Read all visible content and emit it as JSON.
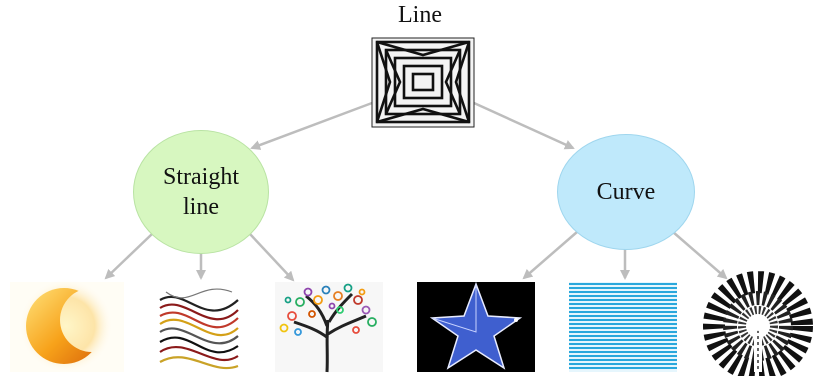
{
  "diagram": {
    "root": {
      "label": "Line"
    },
    "branches": [
      {
        "label": "Straight line",
        "color": "#d7f7c0",
        "children": [
          "crescent-moon",
          "wavy-strands",
          "circle-tree"
        ]
      },
      {
        "label": "Curve",
        "color": "#bfe9fb",
        "children": [
          "star",
          "horizontal-stripes",
          "radial-tunnel"
        ]
      }
    ],
    "connector_color": "#bdbdbd"
  }
}
